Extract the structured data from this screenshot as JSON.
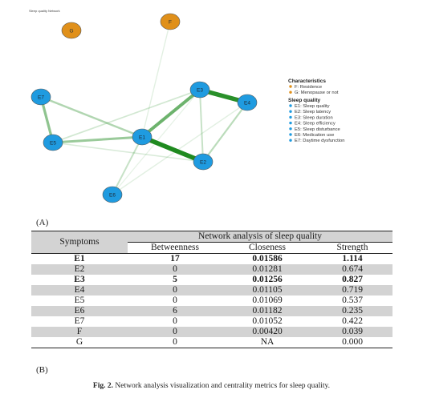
{
  "network": {
    "tiny_title": "Sleep quality Network",
    "nodes": [
      {
        "id": "F",
        "label": "F",
        "color": "#e0901a"
      },
      {
        "id": "G",
        "label": "G",
        "color": "#e0901a"
      },
      {
        "id": "E1",
        "label": "E1",
        "color": "#1f9be0"
      },
      {
        "id": "E2",
        "label": "E2",
        "color": "#1f9be0"
      },
      {
        "id": "E3",
        "label": "E3",
        "color": "#1f9be0"
      },
      {
        "id": "E4",
        "label": "E4",
        "color": "#1f9be0"
      },
      {
        "id": "E5",
        "label": "E5",
        "color": "#1f9be0"
      },
      {
        "id": "E6",
        "label": "E6",
        "color": "#1f9be0"
      },
      {
        "id": "E7",
        "label": "E7",
        "color": "#1f9be0"
      }
    ],
    "edges": [
      {
        "from": "E1",
        "to": "E2",
        "weight": 0.95
      },
      {
        "from": "E3",
        "to": "E4",
        "weight": 0.9
      },
      {
        "from": "E1",
        "to": "E3",
        "weight": 0.6
      },
      {
        "from": "E7",
        "to": "E5",
        "weight": 0.45
      },
      {
        "from": "E1",
        "to": "E5",
        "weight": 0.4
      },
      {
        "from": "E1",
        "to": "E7",
        "weight": 0.3
      },
      {
        "from": "E4",
        "to": "E2",
        "weight": 0.25
      },
      {
        "from": "E3",
        "to": "E2",
        "weight": 0.2
      },
      {
        "from": "E1",
        "to": "E6",
        "weight": 0.2
      },
      {
        "from": "E5",
        "to": "E3",
        "weight": 0.15
      },
      {
        "from": "E5",
        "to": "E2",
        "weight": 0.12
      },
      {
        "from": "E1",
        "to": "F",
        "weight": 0.08
      },
      {
        "from": "E6",
        "to": "E4",
        "weight": 0.08
      },
      {
        "from": "E6",
        "to": "E3",
        "weight": 0.06
      }
    ],
    "edge_color": "#1f8a1f",
    "legend": {
      "characteristics_title": "Characteristics",
      "characteristics": [
        {
          "text": "F: Residence",
          "color": "#e0901a"
        },
        {
          "text": "G: Menopause or not",
          "color": "#e0901a"
        }
      ],
      "sleep_title": "Sleep quality",
      "sleep": [
        {
          "text": "E1: Sleep quality",
          "color": "#1f9be0"
        },
        {
          "text": "E2: Sleep latency",
          "color": "#1f9be0"
        },
        {
          "text": "E3: Sleep duration",
          "color": "#1f9be0"
        },
        {
          "text": "E4: Sleep efficiency",
          "color": "#1f9be0"
        },
        {
          "text": "E5: Sleep disturbance",
          "color": "#1f9be0"
        },
        {
          "text": "E6: Medication use",
          "color": "#1f9be0"
        },
        {
          "text": "E7: Daytime dysfunction",
          "color": "#1f9be0"
        }
      ]
    }
  },
  "panel_a": "(A)",
  "panel_b": "(B)",
  "table": {
    "col_symptoms": "Symptoms",
    "group_header": "Network analysis of sleep quality",
    "col_betweenness": "Betweenness",
    "col_closeness": "Closeness",
    "col_strength": "Strength",
    "rows": [
      {
        "symptom": "E1",
        "betweenness": "17",
        "closeness": "0.01586",
        "strength": "1.114",
        "bold": true
      },
      {
        "symptom": "E2",
        "betweenness": "0",
        "closeness": "0.01281",
        "strength": "0.674",
        "bold": false
      },
      {
        "symptom": "E3",
        "betweenness": "5",
        "closeness": "0.01256",
        "strength": "0.827",
        "bold": true
      },
      {
        "symptom": "E4",
        "betweenness": "0",
        "closeness": "0.01105",
        "strength": "0.719",
        "bold": false
      },
      {
        "symptom": "E5",
        "betweenness": "0",
        "closeness": "0.01069",
        "strength": "0.537",
        "bold": false
      },
      {
        "symptom": "E6",
        "betweenness": "6",
        "closeness": "0.01182",
        "strength": "0.235",
        "bold": false
      },
      {
        "symptom": "E7",
        "betweenness": "0",
        "closeness": "0.01052",
        "strength": "0.422",
        "bold": false
      },
      {
        "symptom": "F",
        "betweenness": "0",
        "closeness": "0.00420",
        "strength": "0.039",
        "bold": false
      },
      {
        "symptom": "G",
        "betweenness": "0",
        "closeness": "NA",
        "strength": "0.000",
        "bold": false
      }
    ]
  },
  "caption": {
    "label": "Fig. 2.",
    "text": "Network analysis visualization and centrality metrics for sleep quality."
  }
}
